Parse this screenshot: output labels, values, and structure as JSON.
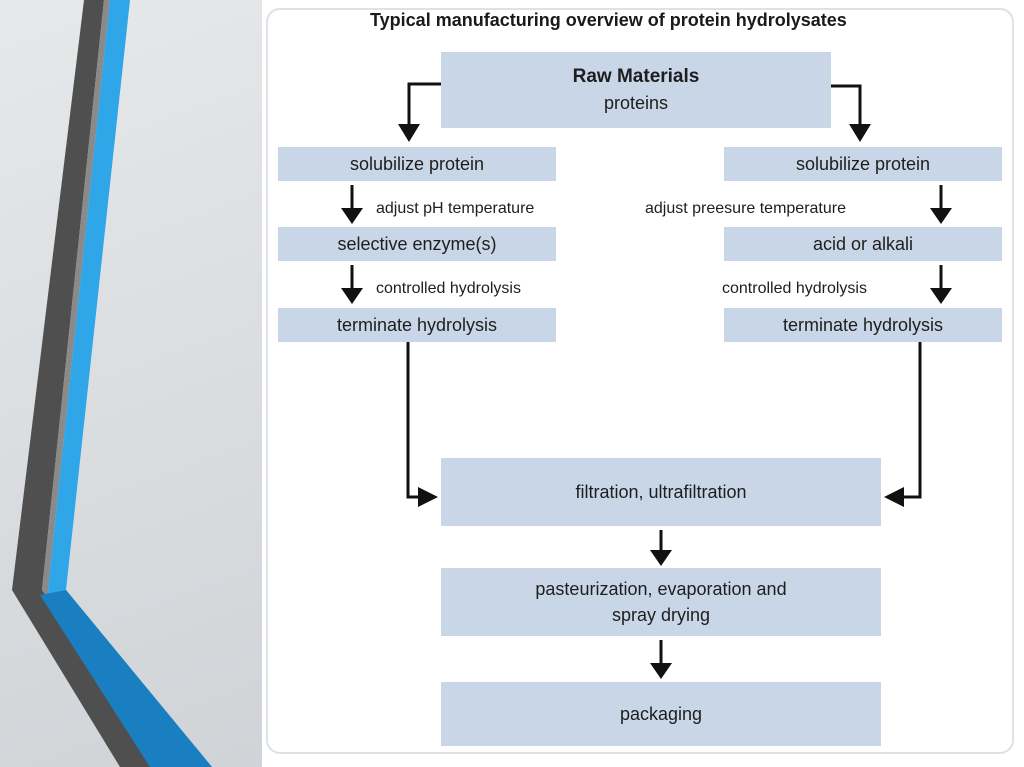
{
  "title": "Typical manufacturing overview of protein hydrolysates",
  "raw": {
    "title": "Raw Materials",
    "subtitle": "proteins"
  },
  "left": {
    "step1": "solubilize protein",
    "label1": "adjust pH temperature",
    "step2": "selective enzyme(s)",
    "label2": "controlled hydrolysis",
    "step3": "terminate hydrolysis"
  },
  "right": {
    "step1": "solubilize protein",
    "label1": "adjust preesure temperature",
    "step2": "acid or alkali",
    "label2": "controlled hydrolysis",
    "step3": "terminate hydrolysis"
  },
  "common": {
    "filtration": "filtration, ultrafiltration",
    "pasteurization_line1": "pasteurization, evaporation and",
    "pasteurization_line2": "spray drying",
    "packaging": "packaging"
  },
  "colors": {
    "box_fill": "#c9d6e8",
    "accent_blue": "#2ea6e8",
    "dark_grey": "#4a4a4a"
  }
}
